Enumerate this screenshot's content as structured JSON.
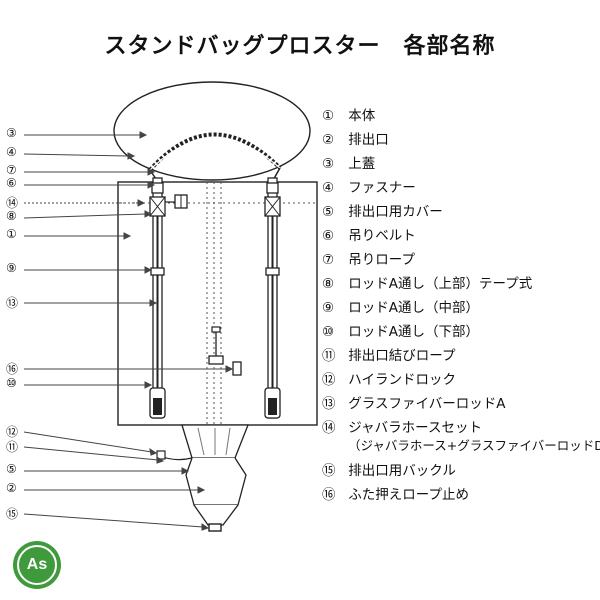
{
  "title": "スタンドバッグプロスター　各部名称",
  "parts": [
    {
      "num": "①",
      "label": "本体"
    },
    {
      "num": "②",
      "label": "排出口"
    },
    {
      "num": "③",
      "label": "上蓋"
    },
    {
      "num": "④",
      "label": "ファスナー"
    },
    {
      "num": "⑤",
      "label": "排出口用カバー"
    },
    {
      "num": "⑥",
      "label": "吊りベルト"
    },
    {
      "num": "⑦",
      "label": "吊りロープ"
    },
    {
      "num": "⑧",
      "label": "ロッドA通し（上部）テープ式"
    },
    {
      "num": "⑨",
      "label": "ロッドA通し（中部）"
    },
    {
      "num": "⑩",
      "label": "ロッドA通し（下部）"
    },
    {
      "num": "⑪",
      "label": "排出口結びロープ"
    },
    {
      "num": "⑫",
      "label": "ハイランドロック"
    },
    {
      "num": "⑬",
      "label": "グラスファイバーロッドA"
    },
    {
      "num": "⑭",
      "label": "ジャバラホースセット",
      "sub": "（ジャバラホース+グラスファイバーロッドD）"
    },
    {
      "num": "⑮",
      "label": "排出口用バックル"
    },
    {
      "num": "⑯",
      "label": "ふた押えロープ止め"
    }
  ],
  "callouts": [
    "③",
    "④",
    "⑦",
    "⑥",
    "⑭",
    "⑧",
    "①",
    "⑨",
    "⑬",
    "⑯",
    "⑩",
    "⑫",
    "⑪",
    "⑤",
    "②",
    "⑮"
  ],
  "badge": "As",
  "colors": {
    "badge_green": "#3f9a3c",
    "line": "#222222"
  }
}
